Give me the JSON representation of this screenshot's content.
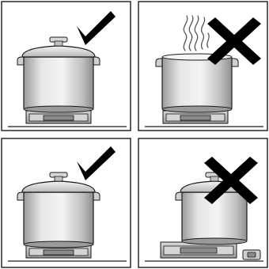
{
  "panels": [
    {
      "id": "panel-top-left",
      "verdict": "correct",
      "pot_lid": "on",
      "steam": false,
      "burner_size": "small",
      "knob": false
    },
    {
      "id": "panel-top-right",
      "verdict": "incorrect",
      "pot_lid": "off",
      "steam": true,
      "burner_size": "small",
      "knob": false
    },
    {
      "id": "panel-bottom-left",
      "verdict": "correct",
      "pot_lid": "on",
      "steam": false,
      "burner_size": "small",
      "knob": false
    },
    {
      "id": "panel-bottom-right",
      "verdict": "incorrect",
      "pot_lid": "on",
      "steam": false,
      "burner_size": "large",
      "knob": true
    }
  ],
  "colors": {
    "outline": "#1a1a1a",
    "pot_light": "#e6e6e6",
    "pot_mid": "#c4c4c4",
    "pot_dark": "#9a9a9a",
    "burner": "#bdbdbd",
    "flame_base": "#8a8a8a",
    "check": "#000000",
    "cross": "#000000"
  }
}
